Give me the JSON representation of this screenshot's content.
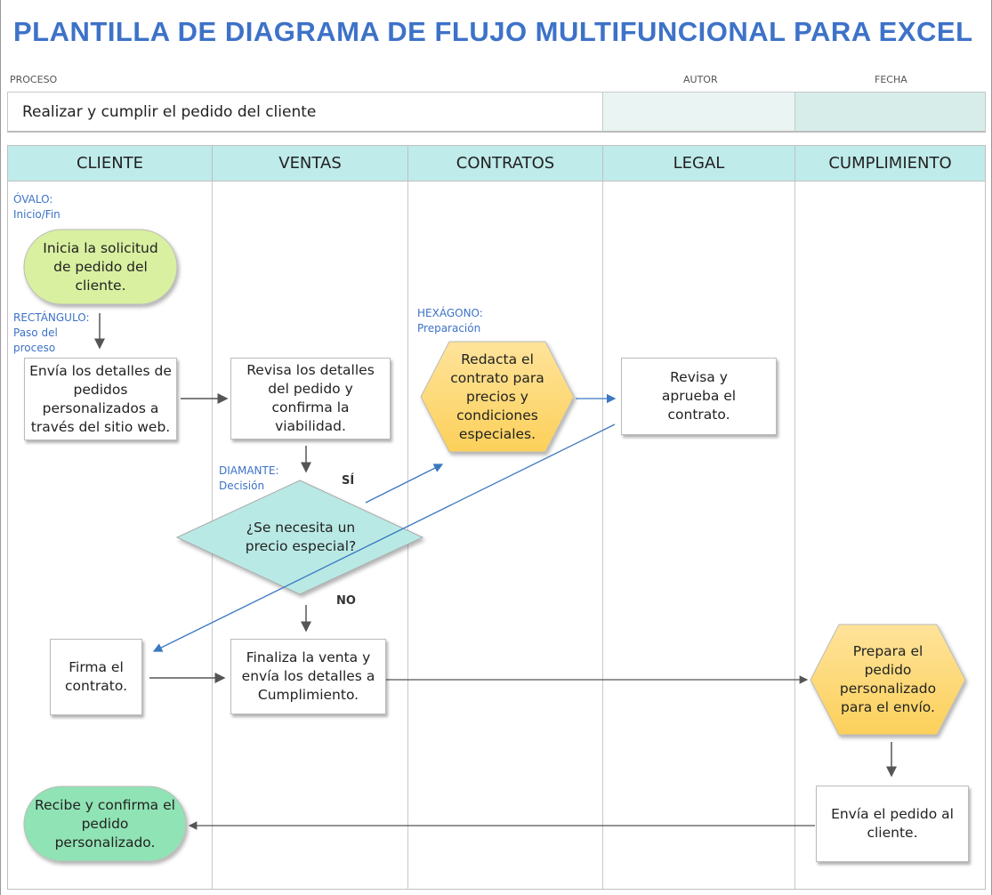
{
  "title": "PLANTILLA DE DIAGRAMA DE FLUJO MULTIFUNCIONAL PARA EXCEL",
  "header": {
    "process_label": "PROCESO",
    "author_label": "AUTOR",
    "date_label": "FECHA",
    "process_value": "Realizar y cumplir el pedido del cliente",
    "author_value": "",
    "date_value": ""
  },
  "lanes": [
    "CLIENTE",
    "VENTAS",
    "CONTRATOS",
    "LEGAL",
    "CUMPLIMIENTO"
  ],
  "legend": {
    "oval_title": "ÓVALO:",
    "oval_desc": "Inicio/Fin",
    "rect_title": "RECTÁNGULO:",
    "rect_desc1": "Paso del",
    "rect_desc2": "proceso",
    "hex_title": "HEXÁGONO:",
    "hex_desc": "Preparación",
    "diamond_title": "DIAMANTE:",
    "diamond_desc": "Decisión"
  },
  "nodes": {
    "start": "Inicia la solicitud de pedido del cliente.",
    "send_details": "Envía los detalles de pedidos personalizados a través del sitio web.",
    "review_details": "Revisa los detalles del pedido y confirma la viabilidad.",
    "decision": "¿Se necesita un precio especial?",
    "draft_contract": "Redacta el contrato para precios y condiciones especiales.",
    "approve_contract": "Revisa y aprueba el contrato.",
    "sign_contract": "Firma el contrato.",
    "finalize_sale": "Finaliza la venta y envía los detalles a Cumplimiento.",
    "prepare_order": "Prepara el pedido personalizado para el envío.",
    "send_order": "Envía el pedido al cliente.",
    "receive": "Recibe y confirma el pedido personalizado."
  },
  "decision_labels": {
    "yes": "SÍ",
    "no": "NO"
  },
  "colors": {
    "title": "#3d72c8",
    "lane_header": "#bfebea",
    "oval_start": "#d8f0a0",
    "oval_end": "#90e3b4",
    "hexagon": "#fdd36a",
    "diamond": "#b9e9e5",
    "arrow_blue": "#3a78c0"
  }
}
